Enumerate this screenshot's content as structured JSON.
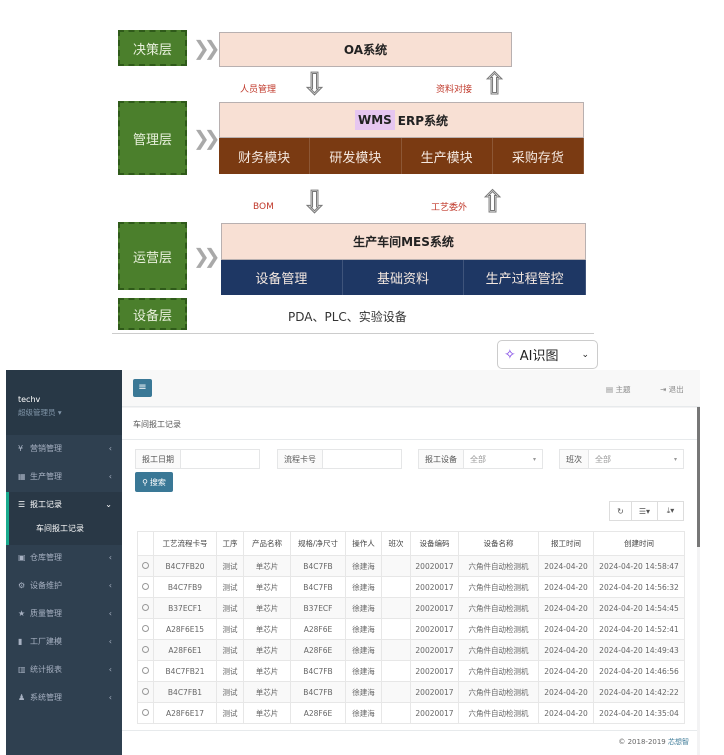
{
  "diagram": {
    "layers": [
      "决策层",
      "管理层",
      "运营层",
      "设备层"
    ],
    "oa": "OA系统",
    "erp_tag": "WMS",
    "erp": "ERP系统",
    "erp_modules": [
      "财务模块",
      "研发模块",
      "生产模块",
      "采购存货"
    ],
    "mes": "生产车间MES系统",
    "mes_modules": [
      "设备管理",
      "基础资料",
      "生产过程管控"
    ],
    "devices": "PDA、PLC、实验设备",
    "flows": [
      "人员管理",
      "资料对接",
      "BOM",
      "工艺委外"
    ]
  },
  "ai_button": "AI识图",
  "sidebar": {
    "user": "techv",
    "role": "超级管理员",
    "items": [
      {
        "icon": "¥",
        "label": "营销管理"
      },
      {
        "icon": "▦",
        "label": "生产管理"
      },
      {
        "icon": "☰",
        "label": "报工记录"
      },
      {
        "icon": "▣",
        "label": "仓库管理"
      },
      {
        "icon": "⚙",
        "label": "设备维护"
      },
      {
        "icon": "★",
        "label": "质量管理"
      },
      {
        "icon": "▮",
        "label": "工厂建模"
      },
      {
        "icon": "▥",
        "label": "统计报表"
      },
      {
        "icon": "♟",
        "label": "系统管理"
      }
    ],
    "sub_item": "车间报工记录"
  },
  "header": {
    "theme": "主题",
    "logout": "退出"
  },
  "page_title": "车间报工记录",
  "filters": {
    "date_label": "报工日期",
    "card_label": "流程卡号",
    "device_label": "报工设备",
    "device_value": "全部",
    "shift_label": "班次",
    "shift_value": "全部",
    "search": "搜索"
  },
  "table": {
    "columns": [
      "工艺流程卡号",
      "工序",
      "产品名称",
      "规格/净尺寸",
      "操作人",
      "班次",
      "设备编码",
      "设备名称",
      "报工时间",
      "创建时间"
    ],
    "rows": [
      [
        "B4C7FB20",
        "测试",
        "单芯片",
        "B4C7FB",
        "徐建海",
        "",
        "20020017",
        "六角件自动检测机",
        "2024-04-20",
        "2024-04-20 14:58:47"
      ],
      [
        "B4C7FB9",
        "测试",
        "单芯片",
        "B4C7FB",
        "徐建海",
        "",
        "20020017",
        "六角件自动检测机",
        "2024-04-20",
        "2024-04-20 14:56:32"
      ],
      [
        "B37ECF1",
        "测试",
        "单芯片",
        "B37ECF",
        "徐建海",
        "",
        "20020017",
        "六角件自动检测机",
        "2024-04-20",
        "2024-04-20 14:54:45"
      ],
      [
        "A28F6E15",
        "测试",
        "单芯片",
        "A28F6E",
        "徐建海",
        "",
        "20020017",
        "六角件自动检测机",
        "2024-04-20",
        "2024-04-20 14:52:41"
      ],
      [
        "A28F6E1",
        "测试",
        "单芯片",
        "A28F6E",
        "徐建海",
        "",
        "20020017",
        "六角件自动检测机",
        "2024-04-20",
        "2024-04-20 14:49:43"
      ],
      [
        "B4C7FB21",
        "测试",
        "单芯片",
        "B4C7FB",
        "徐建海",
        "",
        "20020017",
        "六角件自动检测机",
        "2024-04-20",
        "2024-04-20 14:46:56"
      ],
      [
        "B4C7FB1",
        "测试",
        "单芯片",
        "B4C7FB",
        "徐建海",
        "",
        "20020017",
        "六角件自动检测机",
        "2024-04-20",
        "2024-04-20 14:42:22"
      ],
      [
        "A28F6E17",
        "测试",
        "单芯片",
        "A28F6E",
        "徐建海",
        "",
        "20020017",
        "六角件自动检测机",
        "2024-04-20",
        "2024-04-20 14:35:04"
      ]
    ]
  },
  "footer": {
    "copyright": "© 2018-2019",
    "brand": "芯想智"
  }
}
